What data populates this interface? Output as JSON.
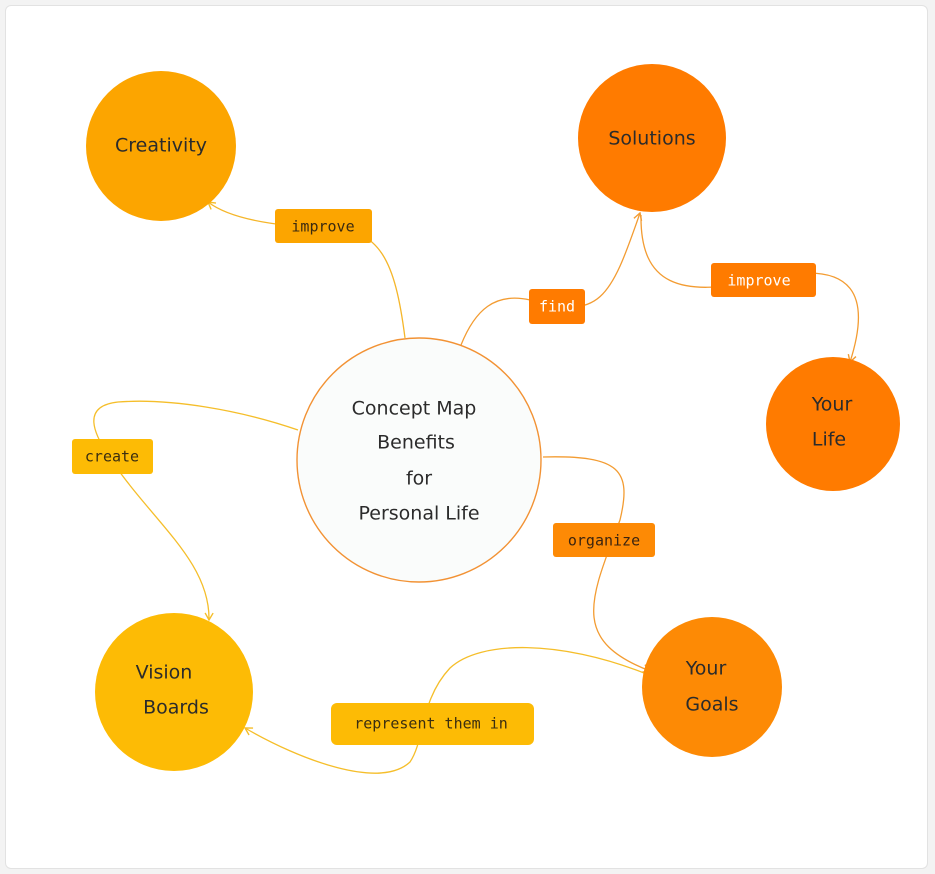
{
  "colors": {
    "creativity": "#fca500",
    "solutions": "#ff7b00",
    "your_life": "#ff7b00",
    "your_goals": "#fd8a05",
    "vision_boards": "#fdbb05",
    "center_stroke": "#f29234",
    "edge_orange": "#f39c32",
    "edge_yellow": "#f5be2a"
  },
  "center": {
    "lines": [
      "Concept Map",
      "Benefits",
      "for",
      "Personal Life"
    ]
  },
  "nodes": {
    "creativity": {
      "lines": [
        "Creativity"
      ]
    },
    "solutions": {
      "lines": [
        "Solutions"
      ]
    },
    "your_life": {
      "lines": [
        "Your",
        "Life"
      ]
    },
    "your_goals": {
      "lines": [
        "Your",
        "Goals"
      ]
    },
    "vision_boards": {
      "lines": [
        "Vision",
        "Boards"
      ]
    }
  },
  "edges": {
    "improve_creativity": {
      "label": "improve",
      "from": "center",
      "to": "creativity"
    },
    "find": {
      "label": "find",
      "from": "center",
      "to": "solutions"
    },
    "improve_life": {
      "label": "improve",
      "from": "solutions",
      "to": "your_life"
    },
    "organize": {
      "label": "organize",
      "from": "center",
      "to": "your_goals"
    },
    "create": {
      "label": "create",
      "from": "center",
      "to": "vision_boards"
    },
    "represent": {
      "label": "represent them in",
      "from": "your_goals",
      "to": "vision_boards"
    }
  }
}
